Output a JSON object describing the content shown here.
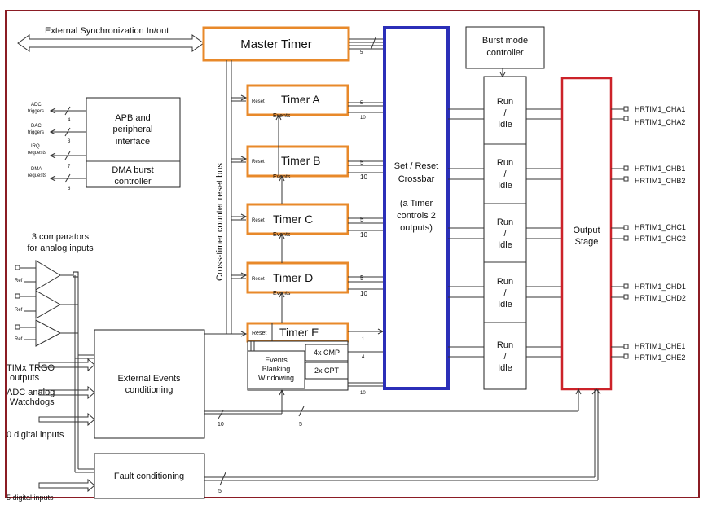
{
  "external_sync": "External Synchronization In/out",
  "master_timer": "Master Timer",
  "burst_mode": [
    "Burst mode",
    "controller"
  ],
  "timers": [
    {
      "name": "Timer A",
      "reset": "Reset",
      "events": "Events"
    },
    {
      "name": "Timer B",
      "reset": "Reset",
      "events": "Events"
    },
    {
      "name": "Timer C",
      "reset": "Reset",
      "events": "Events"
    },
    {
      "name": "Timer D",
      "reset": "Reset",
      "events": "Events"
    },
    {
      "name": "Timer E",
      "reset": "Reset",
      "events": ""
    }
  ],
  "bus_label": "Cross-timer counter reset bus",
  "crossbar": [
    "Set / Reset",
    "Crossbar",
    "(a Timer",
    "controls 2",
    "outputs)"
  ],
  "run_idle": [
    "Run",
    "/",
    "Idle"
  ],
  "output_stage": [
    "Output",
    "Stage"
  ],
  "outputs": [
    "HRTIM1_CHA1",
    "HRTIM1_CHA2",
    "HRTIM1_CHB1",
    "HRTIM1_CHB2",
    "HRTIM1_CHC1",
    "HRTIM1_CHC2",
    "HRTIM1_CHD1",
    "HRTIM1_CHD2",
    "HRTIM1_CHE1",
    "HRTIM1_CHE2"
  ],
  "apb": [
    "APB and",
    "peripheral",
    "interface"
  ],
  "dma_burst": [
    "DMA burst",
    "controller"
  ],
  "left_signals": [
    {
      "label": [
        "ADC",
        "triggers"
      ],
      "count": "4"
    },
    {
      "label": [
        "DAC",
        "triggers"
      ],
      "count": "3"
    },
    {
      "label": [
        "IRQ",
        "requests"
      ],
      "count": "7"
    },
    {
      "label": [
        "DMA",
        "requests"
      ],
      "count": "6"
    }
  ],
  "comparators": [
    "3 comparators",
    "for analog inputs"
  ],
  "ref": "Ref",
  "ext_inputs": [
    [
      "TIMx TRGO",
      "outputs"
    ],
    [
      "ADC analog",
      "Watchdogs"
    ],
    [
      "0 digital  inputs"
    ]
  ],
  "ext_events": [
    "External Events",
    "conditioning"
  ],
  "fault": "Fault conditioning",
  "fault_input": "5 digital inputs",
  "events_blanking": [
    "Events",
    "Blanking",
    "Windowing"
  ],
  "cmp": "4x CMP",
  "cpt": "2x CPT",
  "bus_counts": {
    "master_out": "5",
    "timer_out_top": "5",
    "timer_out_bottom": "10",
    "timer_e_top": "1",
    "timer_e_mid": "4",
    "ext_events_10": "10",
    "ext_events_5": "5",
    "fault_5": "5"
  }
}
